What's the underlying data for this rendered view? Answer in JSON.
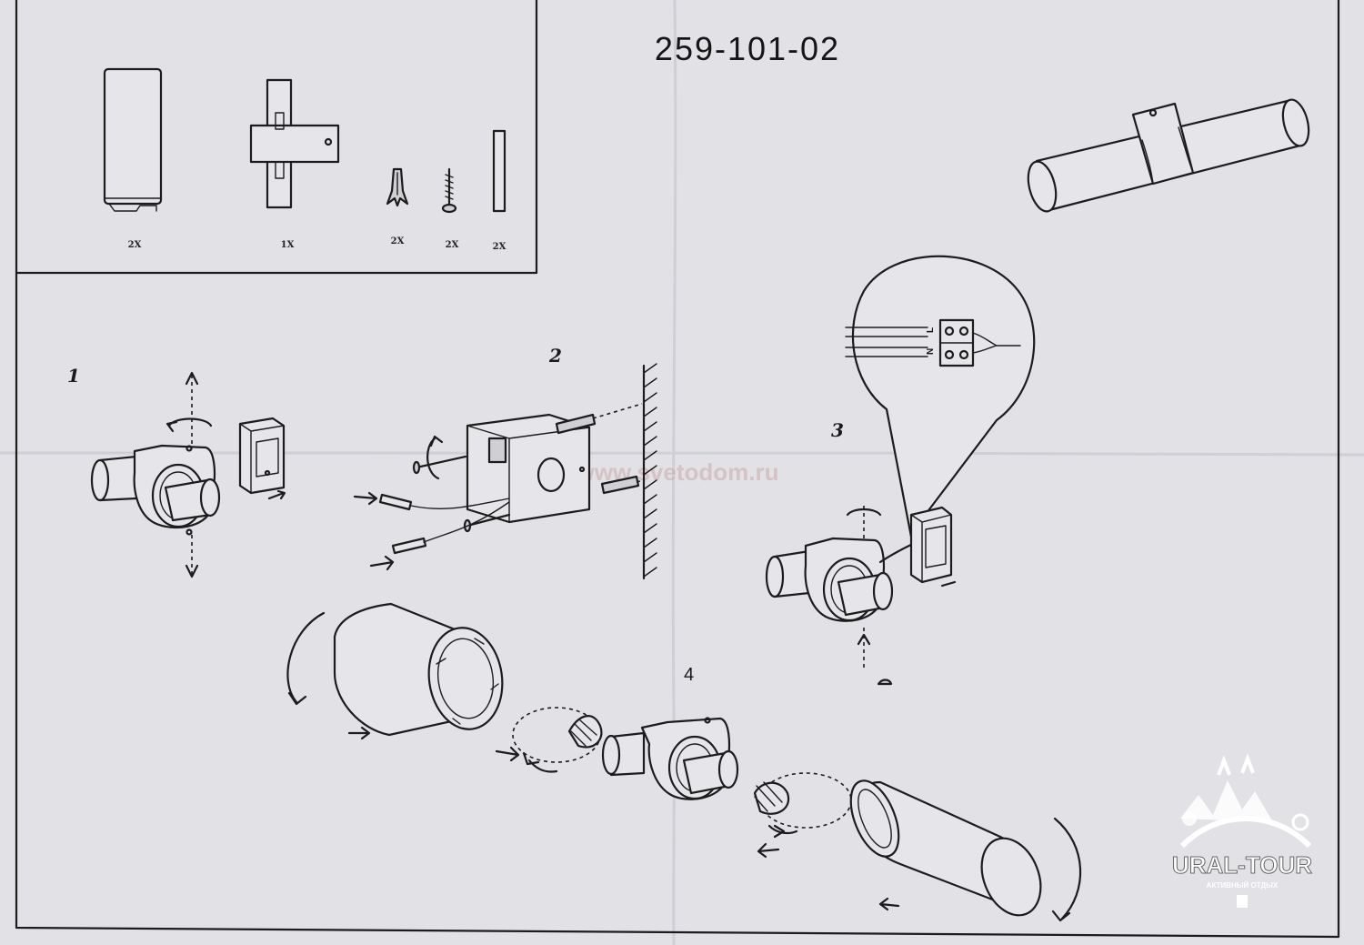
{
  "sheet": {
    "model_number": "259-101-02",
    "watermark_url": "www.svetodom.ru",
    "logo": {
      "name": "URAL-TOUR",
      "tagline": "АКТИВНЫЙ ОТДЫХ"
    }
  },
  "parts": [
    {
      "icon": "lamp-shade-icon",
      "quantity": "2X"
    },
    {
      "icon": "mounting-bracket-icon",
      "quantity": "1X"
    },
    {
      "icon": "wall-anchor-icon",
      "quantity": "2X"
    },
    {
      "icon": "screw-icon",
      "quantity": "2X"
    },
    {
      "icon": "rod-icon",
      "quantity": "2X"
    }
  ],
  "steps": [
    {
      "number": "1"
    },
    {
      "number": "2"
    },
    {
      "number": "3",
      "terminal_labels": [
        "L",
        "N"
      ]
    },
    {
      "number": "4"
    }
  ],
  "colors": {
    "paper": "#e2e2e6",
    "ink": "#1c1c1c"
  }
}
